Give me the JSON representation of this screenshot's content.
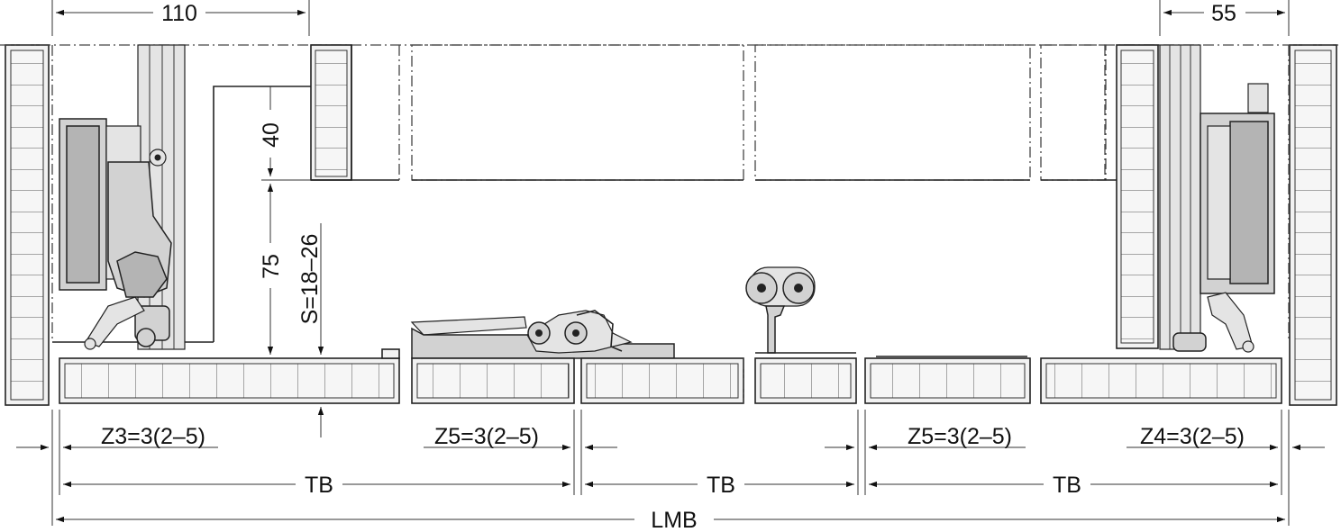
{
  "dimensions": {
    "top_left": "110",
    "top_right": "55",
    "height_40": "40",
    "height_75": "75",
    "thickness": "S=18–26",
    "z3": "Z3=3(2–5)",
    "z5_left": "Z5=3(2–5)",
    "z5_right": "Z5=3(2–5)",
    "z4": "Z4=3(2–5)",
    "tb_left": "TB",
    "tb_mid": "TB",
    "tb_right": "TB",
    "lmb": "LMB"
  }
}
